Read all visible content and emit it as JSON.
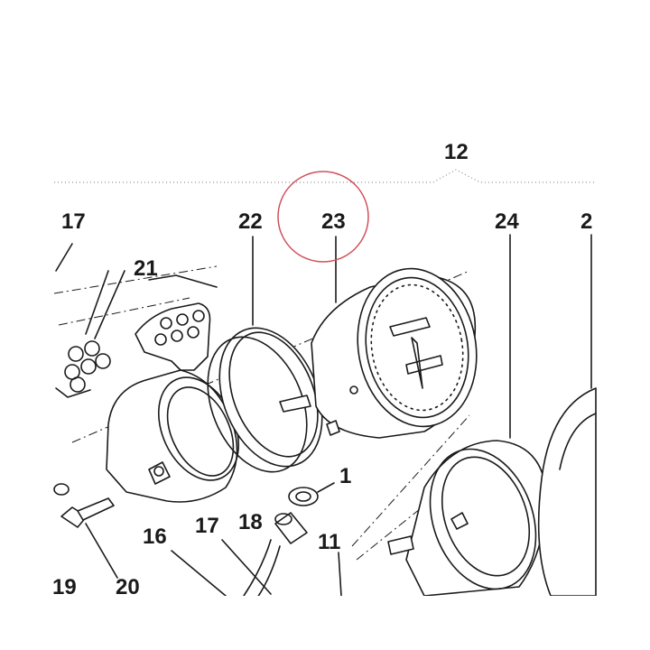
{
  "diagram": {
    "callouts": {
      "c12": "12",
      "c17a": "17",
      "c22": "22",
      "c23": "23",
      "c24": "24",
      "c2": "2",
      "c21": "21",
      "c1": "1",
      "c18": "18",
      "c16": "16",
      "c17b": "17",
      "c11": "11",
      "c20": "20",
      "c19": "19"
    },
    "highlight": {
      "target": "23",
      "color": "#d0505c"
    }
  }
}
